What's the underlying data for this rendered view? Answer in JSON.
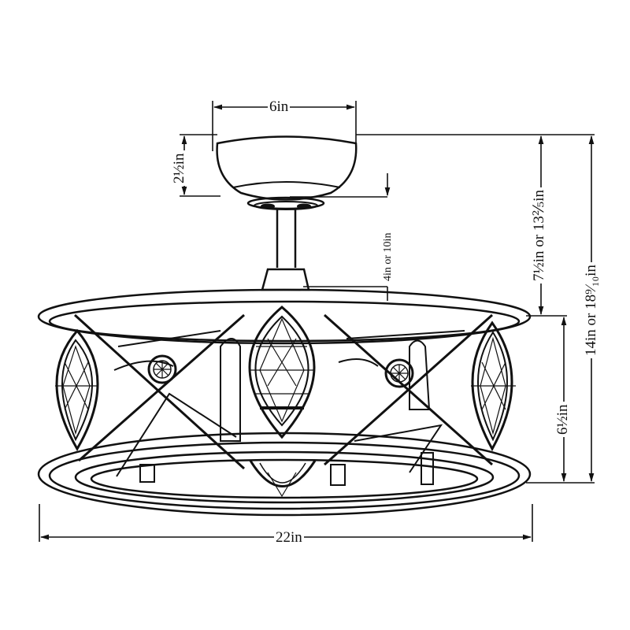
{
  "diagram": {
    "subject": "Caged ceiling fan with light kit - dimension drawing",
    "line_color": "#111111",
    "background": "#ffffff",
    "dimensions": {
      "canopy_width": "6in",
      "canopy_height": "2½in",
      "downrod_length": "4in or 10in",
      "top_section_height": "7½in or 13⅖in",
      "body_height": "6½in",
      "overall_height": "14in or 18⁹⁄₁₀in",
      "overall_width": "22in"
    }
  }
}
